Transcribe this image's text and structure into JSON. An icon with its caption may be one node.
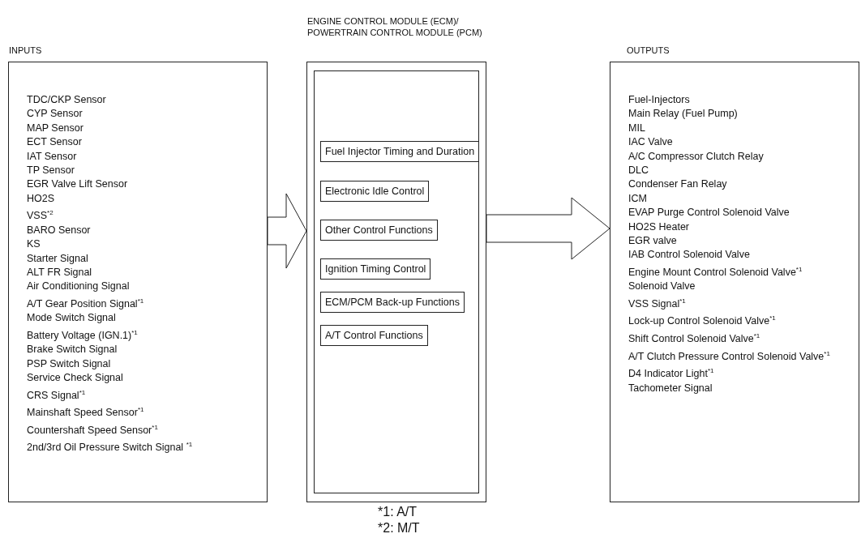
{
  "diagram": {
    "nodes": [
      {
        "text": [
          "INPUTS",
          "TDC/CKP Sensor",
          "CYP Sensor",
          "MAP Sensor",
          "ECT Sensor",
          "IAT Sensor",
          "TP Sensor",
          "EGR Valve Lift Sensor",
          "HO2S",
          "VSS$^{*2}$",
          "BARO Sensor",
          "KS",
          "Starter Signal",
          "ALT FR Signal",
          "Air Conditioning Signal",
          "A/T Gear Position Signal$^{*1}$",
          "Mode Switch Signal",
          "Battery Voltage (IGN.1)$^{*1}$",
          "Brake Switch Signal",
          "PSP Switch Signal",
          "Service Check Signal",
          "CRS Signal$^{*1}$",
          "Mainshaft Speed Sensor$^{*1}$",
          "Countershaft Speed Sensor$^{*1}$",
          "2nd/3rd Oil Pressure Switch Signal $^{*1}$"
        ]
      },
      {
        "text": [
          "ENGINE CONTROL MODULE (ECM)/ POWERTRAIN CONTROL MODULE (PCM)"
        ]
      },
      {
        "text": [
          "Fuel Injector Timing and Duration"
        ],
        "in": 1
      },
      {
        "text": [
          "Electronic Idle Control"
        ],
        "in": 1
      },
      {
        "text": [
          "Other Control Functions"
        ],
        "in": 1
      },
      {
        "text": [
          "Ignition Timing Control"
        ],
        "in": 1
      },
      {
        "text": [
          "ECM/PCM Back-up Functions"
        ],
        "in": 1
      },
      {
        "text": [
          "A/T Control Functions"
        ],
        "in": 1
      },
      {
        "text": [
          "OUTPUTS",
          "Fuel-Injectors",
          "Main Relay (Fuel Pump)",
          "MIL",
          "IAC Valve",
          "A/C Compressor Clutch Relay",
          "DLC",
          "Condenser Fan Relay",
          "ICM",
          "EVAP Purge Control Solenoid Valve",
          "HO2S Heater",
          "EGR valve",
          "IAB Control Solenoid Valve",
          "Engine Mount Control Solenoid Valve$^{*1}$",
          "Solenoid Valve",
          "VSS Signal$^{*1}$",
          "Lock-up Control Solenoid Valve$^{*1}$",
          "Shift Control Solenoid Valve$^{*1}$",
          "A/T Clutch Pressure Control Solenoid Valve$^{*1}$",
          "D4 Indicator Light$^{*1}$",
          "Tachometer Signal"
        ]
      }
    ],
    "edges": [
      {
        "from": 0,
        "to": 1,
        "arrow": "to"
      },
      {
        "from": 1,
        "to": 8,
        "arrow": "to"
      }
    ],
    "labels": [
      "*1: A/T",
      "*2: M/T"
    ]
  }
}
